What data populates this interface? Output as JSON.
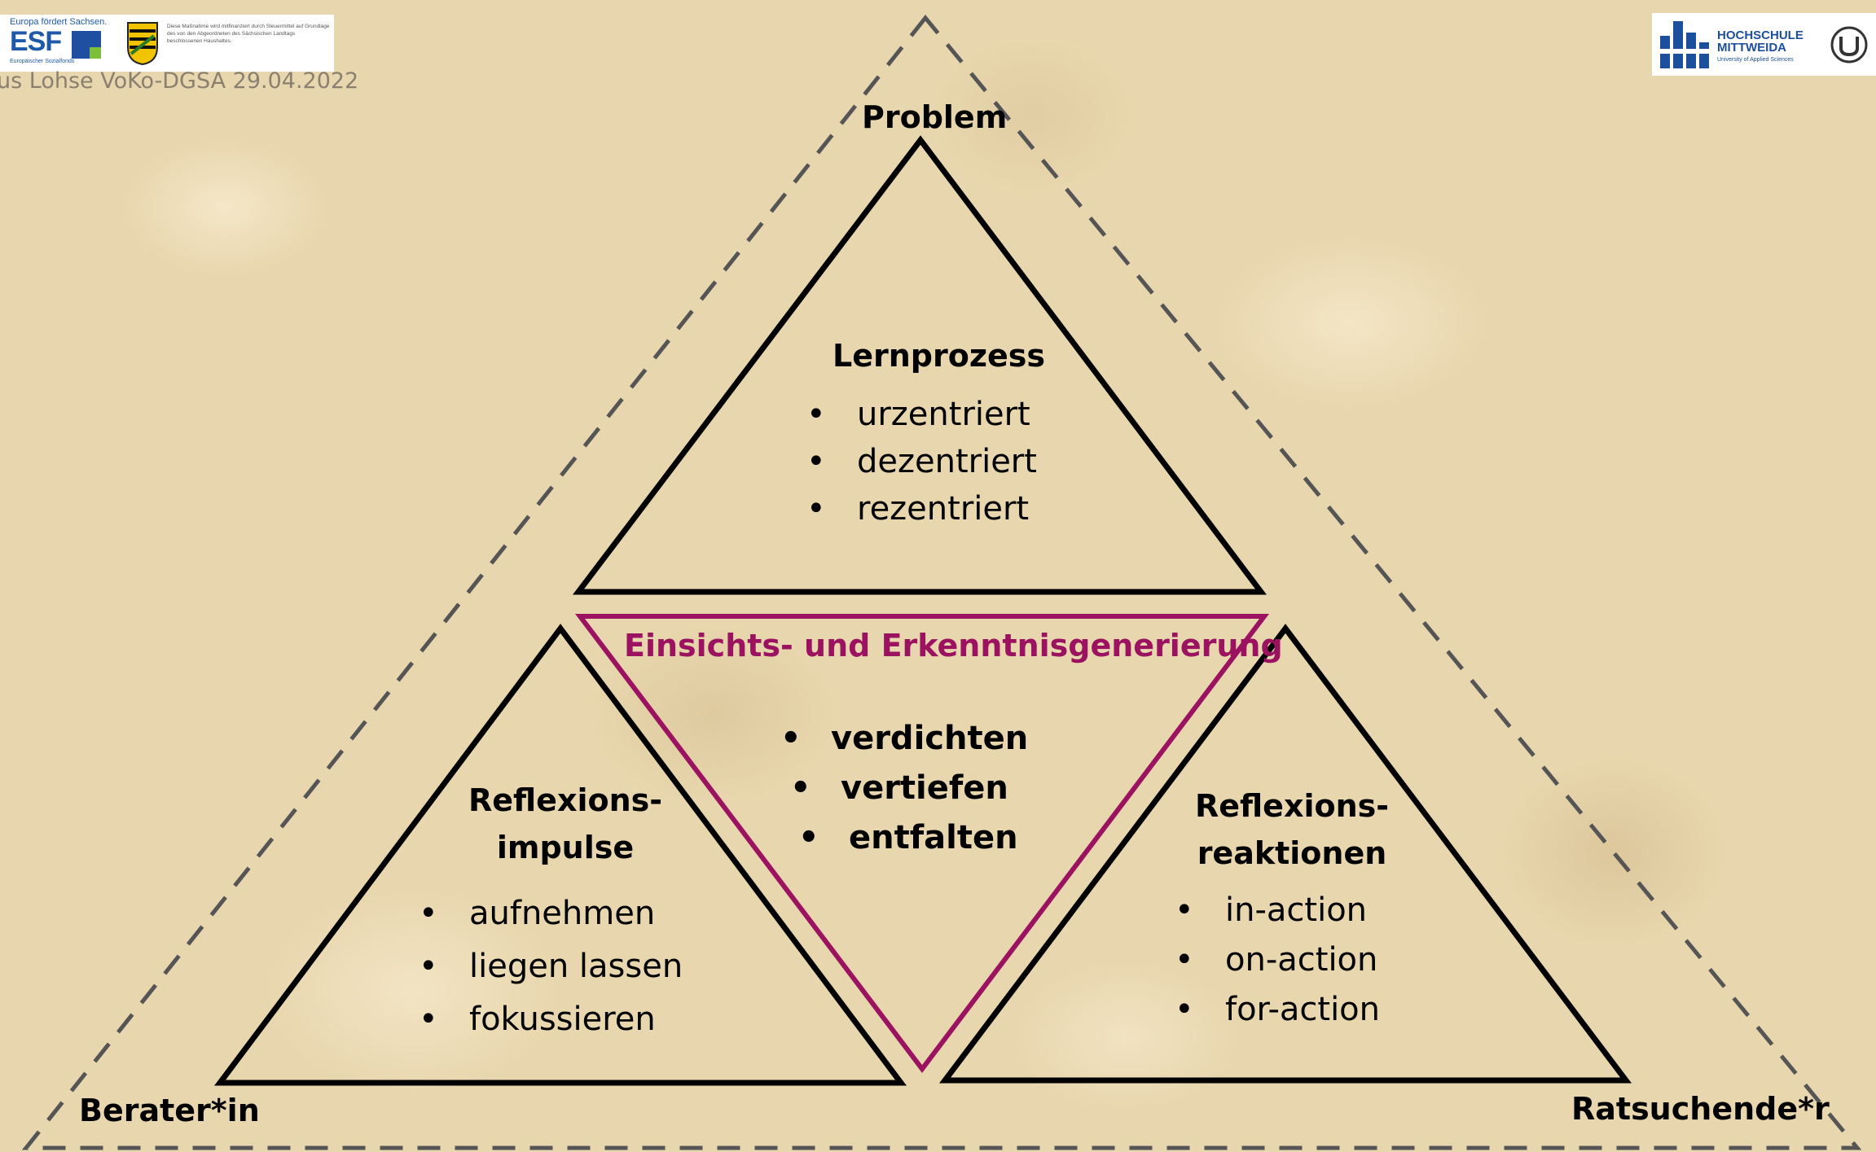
{
  "header": {
    "esf_logo": {
      "tagline": "Europa fördert Sachsen.",
      "wordmark": "ESF",
      "sub": "Europäischer Sozialfonds",
      "eu_flag_icon": "eu-flag-icon",
      "crest_icon": "saxony-crest-icon",
      "fine_print": "Diese Maßnahme wird mitfinanziert durch Steuermittel auf Grundlage des von den Abgeordneten des Sächsischen Landtags beschlossenen Haushaltes."
    },
    "footer_text": "us Lohse VoKo-DGSA 29.04.2022",
    "university_logo": {
      "name_line1": "HOCHSCHULE",
      "name_line2": "MITTWEIDA",
      "sub": "University of Applied Sciences",
      "mark_icon": "hochschule-mark-icon",
      "seal_icon": "university-seal-icon"
    }
  },
  "vertices": {
    "top": "Problem",
    "left": "Berater*in",
    "right": "Ratsuchende*r"
  },
  "triangles": {
    "top": {
      "heading": "Lernprozess",
      "items": [
        "urzentriert",
        "dezentriert",
        "rezentriert"
      ]
    },
    "center": {
      "heading": "Einsichts- und Erkenntnisgenerierung",
      "items": [
        "verdichten",
        "vertiefen",
        "entfalten"
      ],
      "color": "#9b1360"
    },
    "left": {
      "heading_line1": "Reflexions-",
      "heading_line2": "impulse",
      "items": [
        "aufnehmen",
        "liegen lassen",
        "fokussieren"
      ]
    },
    "right": {
      "heading_line1": "Reflexions-",
      "heading_line2": "reaktionen",
      "items": [
        "in-action",
        "on-action",
        "for-action"
      ]
    }
  }
}
